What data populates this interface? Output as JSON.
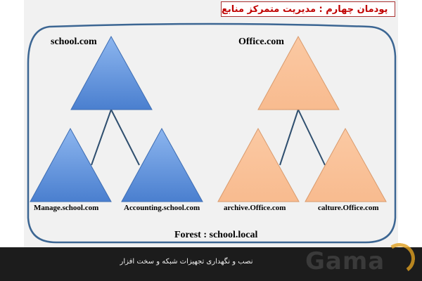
{
  "header": {
    "title": "پودمان چهارم : مدیریت متمرکز منابع"
  },
  "diagram": {
    "forest_label": "Forest : school.local",
    "trees": [
      {
        "root": "school.com",
        "children": [
          "Manage.school.com",
          "Accounting.school.com"
        ],
        "color": "#5b8ed6"
      },
      {
        "root": "Office.com",
        "children": [
          "archive.Office.com",
          "calture.Office.com"
        ],
        "color": "#fac29a"
      }
    ]
  },
  "footer": {
    "caption": "نصب و نگهداری تجهیزات شبکه و سخت افزار",
    "logo": "Gama"
  }
}
